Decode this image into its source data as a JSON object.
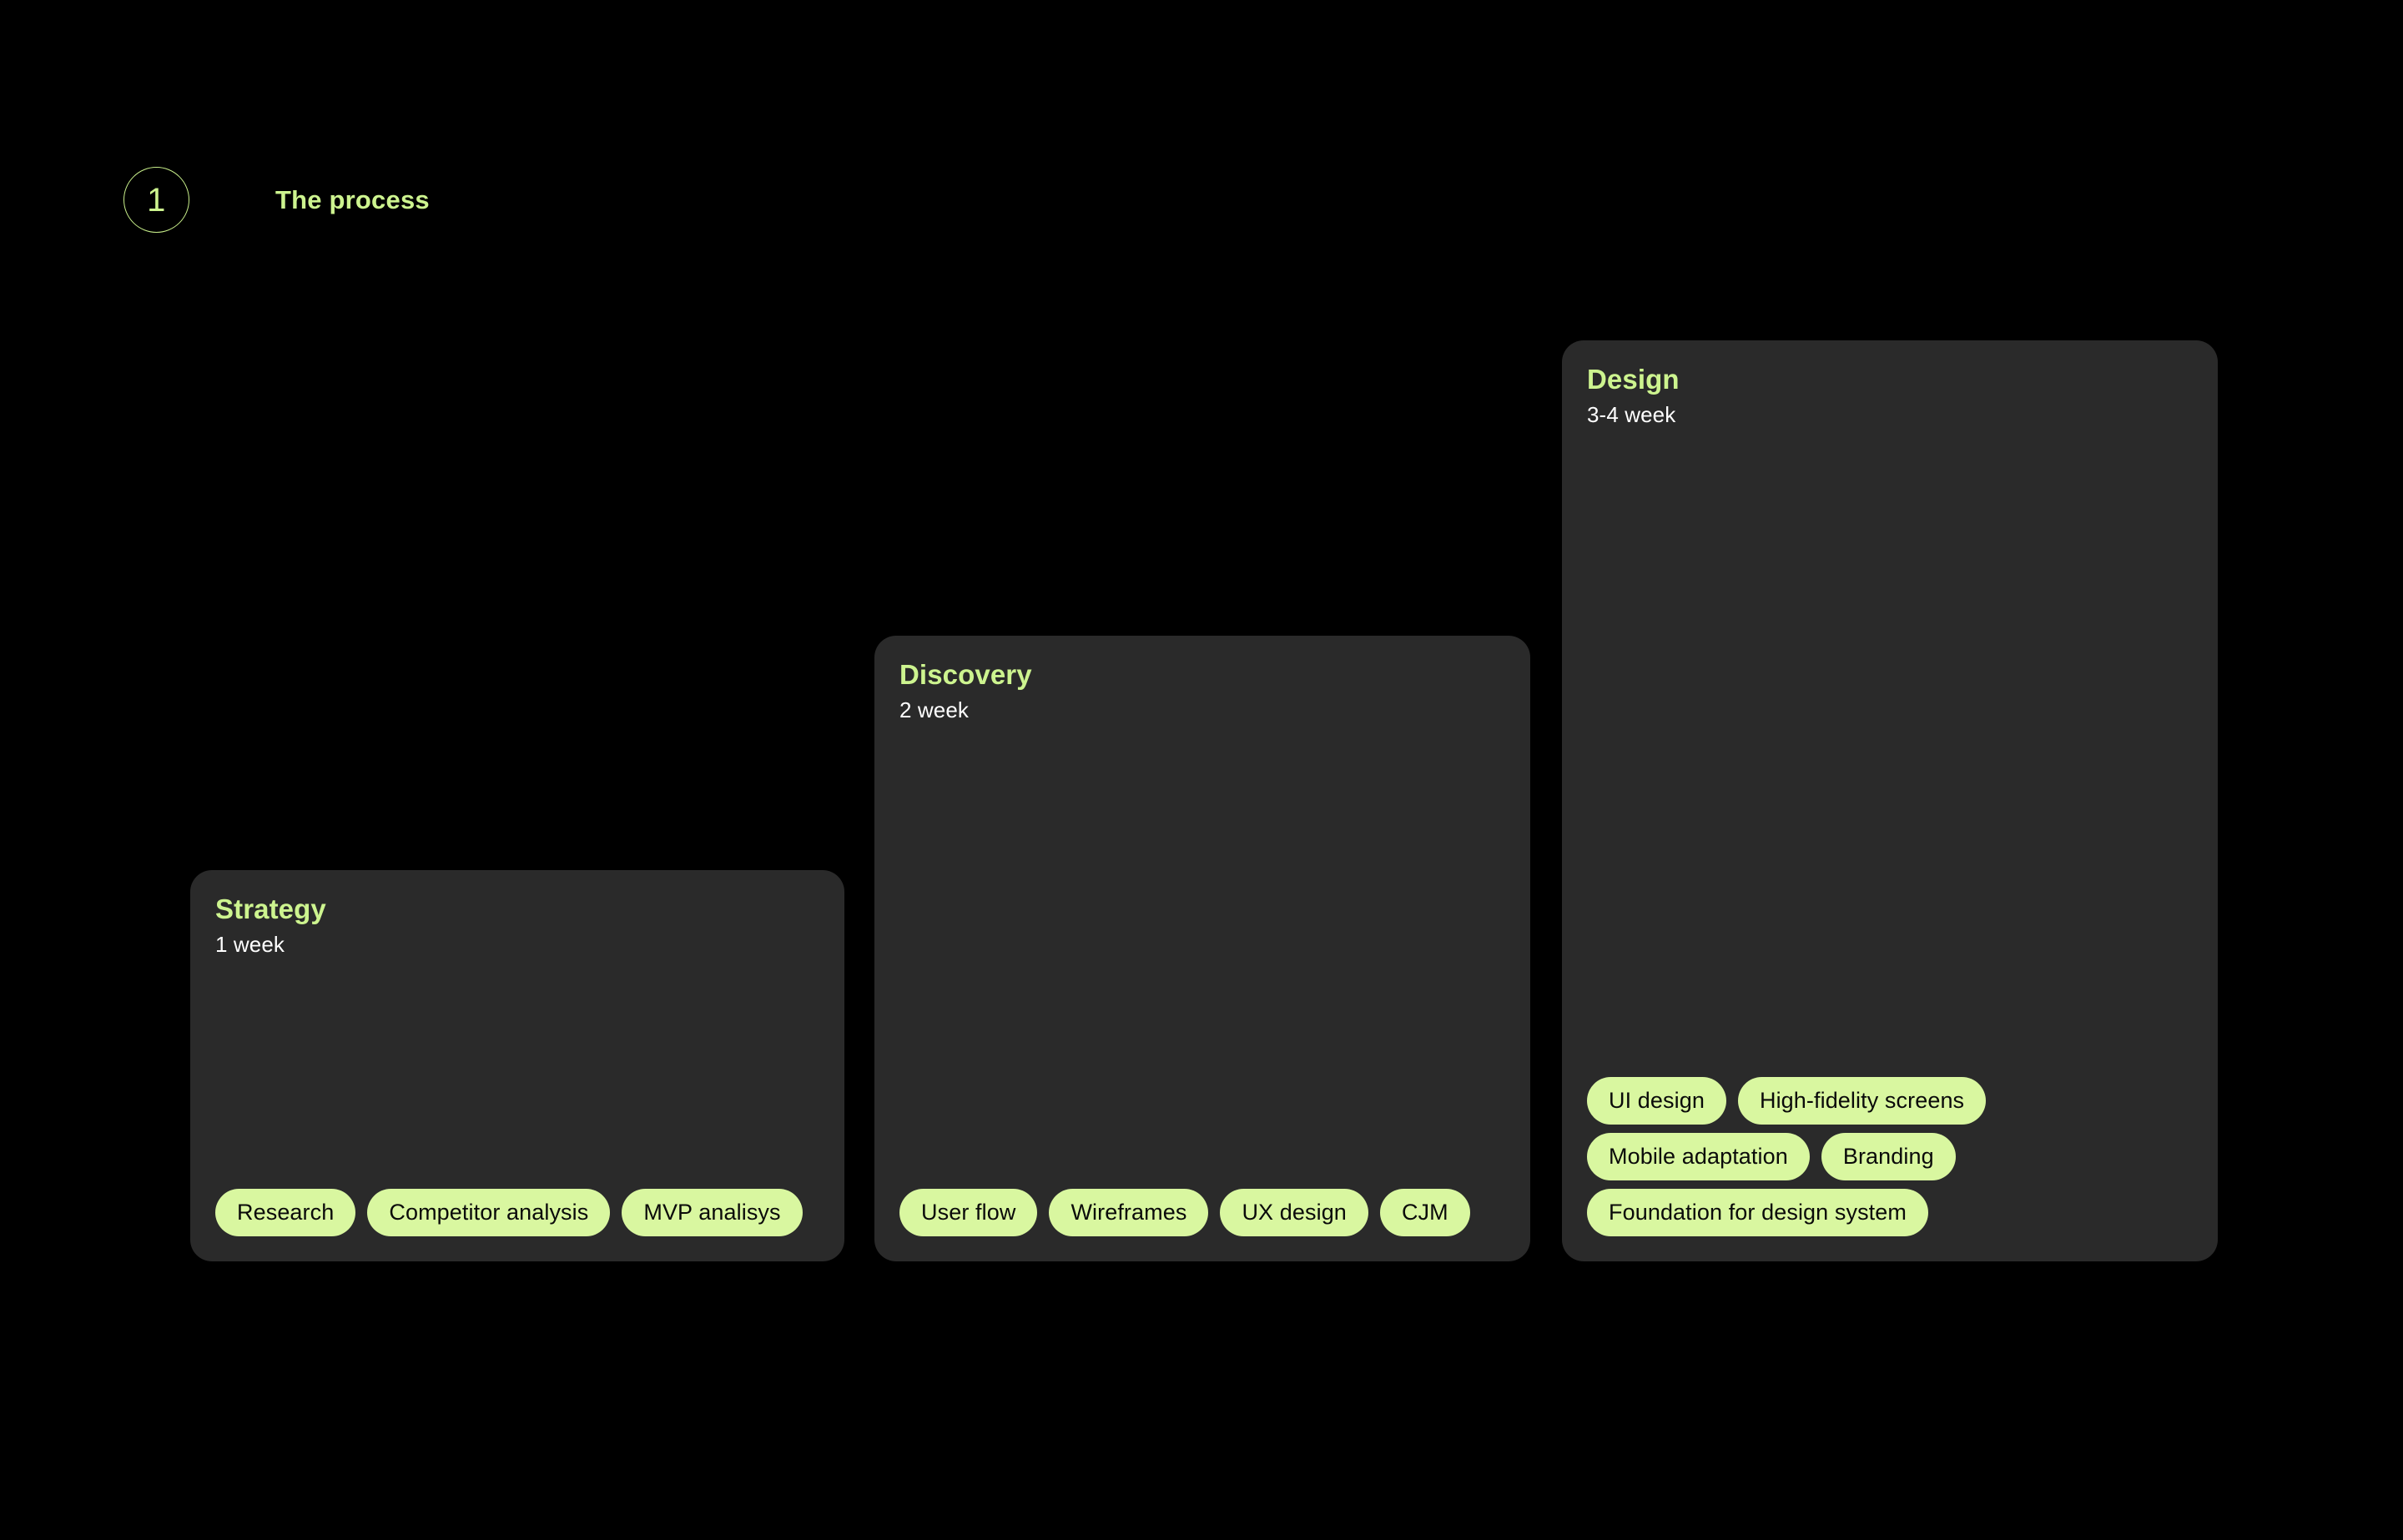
{
  "page": {
    "background_color": "#000000",
    "card_color": "#2a2a2a",
    "accent_green": "#cdf48f",
    "pill_color": "#d9f7a0",
    "pill_text_color": "#0a0a0a"
  },
  "header": {
    "step_number": "1",
    "title": "The process"
  },
  "cards": [
    {
      "id": "strategy",
      "title": "Strategy",
      "duration": "1 week",
      "pills": [
        "Research",
        "Competitor analysis",
        "MVP analisys"
      ]
    },
    {
      "id": "discovery",
      "title": "Discovery",
      "duration": "2 week",
      "pills": [
        "User flow",
        "Wireframes",
        "UX design",
        "CJM"
      ]
    },
    {
      "id": "design",
      "title": "Design",
      "duration": "3-4 week",
      "pills": [
        "UI design",
        "High-fidelity screens",
        "Mobile adaptation",
        "Branding",
        "Foundation for design system"
      ]
    }
  ]
}
